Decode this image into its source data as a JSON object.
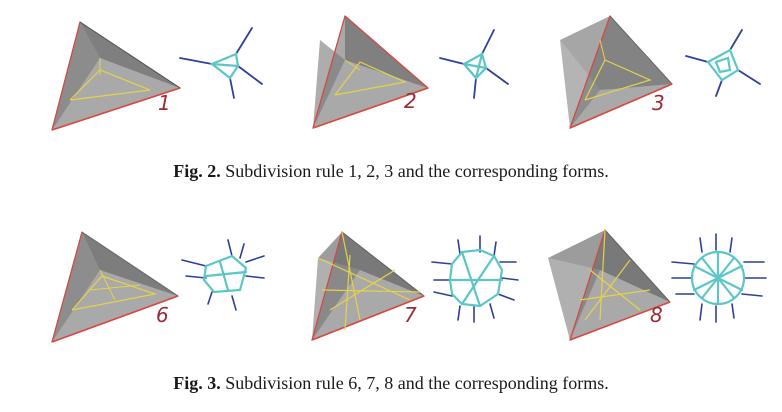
{
  "figures": [
    {
      "label": "Fig. 2.",
      "caption": "Subdivision rule 1, 2, 3 and the corresponding forms.",
      "rules": [
        "1",
        "2",
        "3"
      ]
    },
    {
      "label": "Fig. 3.",
      "caption": "Subdivision rule 6, 7, 8 and the corresponding forms.",
      "rules": [
        "6",
        "7",
        "8"
      ]
    }
  ],
  "colors": {
    "tetra_fill": "#8f8f8f",
    "tetra_dark": "#555555",
    "edge_red": "#d9473f",
    "edge_yellow": "#e4d24a",
    "form_cyan": "#5cc6c6",
    "form_blue": "#2f3f9a"
  }
}
